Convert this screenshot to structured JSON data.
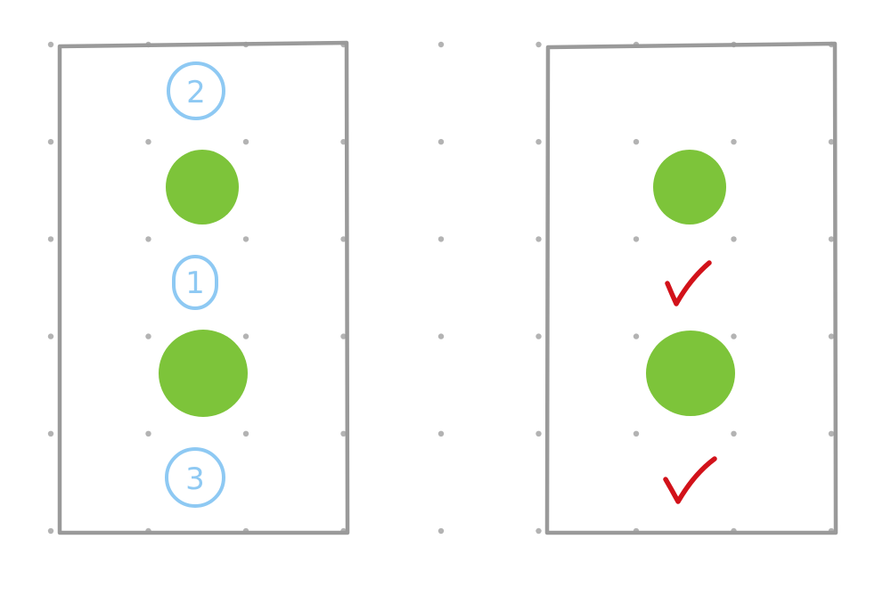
{
  "colors": {
    "background": "#ffffff",
    "frame": "#9a9a9a",
    "grid_dot": "#b3b3b3",
    "blob": "#7dc43a",
    "label": "#8ec9f3",
    "check": "#d2121a"
  },
  "grid": {
    "columns": 9,
    "rows": 6
  },
  "left_panel": {
    "slots": [
      {
        "kind": "label",
        "text": "2"
      },
      {
        "kind": "blob",
        "size": "medium"
      },
      {
        "kind": "label",
        "text": "1"
      },
      {
        "kind": "blob",
        "size": "large"
      },
      {
        "kind": "label",
        "text": "3"
      }
    ]
  },
  "right_panel": {
    "slots": [
      {
        "kind": "empty"
      },
      {
        "kind": "blob",
        "size": "medium",
        "icon": "green-dot-icon"
      },
      {
        "kind": "check",
        "icon": "checkmark-icon"
      },
      {
        "kind": "blob",
        "size": "large",
        "icon": "green-dot-icon"
      },
      {
        "kind": "check",
        "icon": "checkmark-icon"
      }
    ]
  }
}
